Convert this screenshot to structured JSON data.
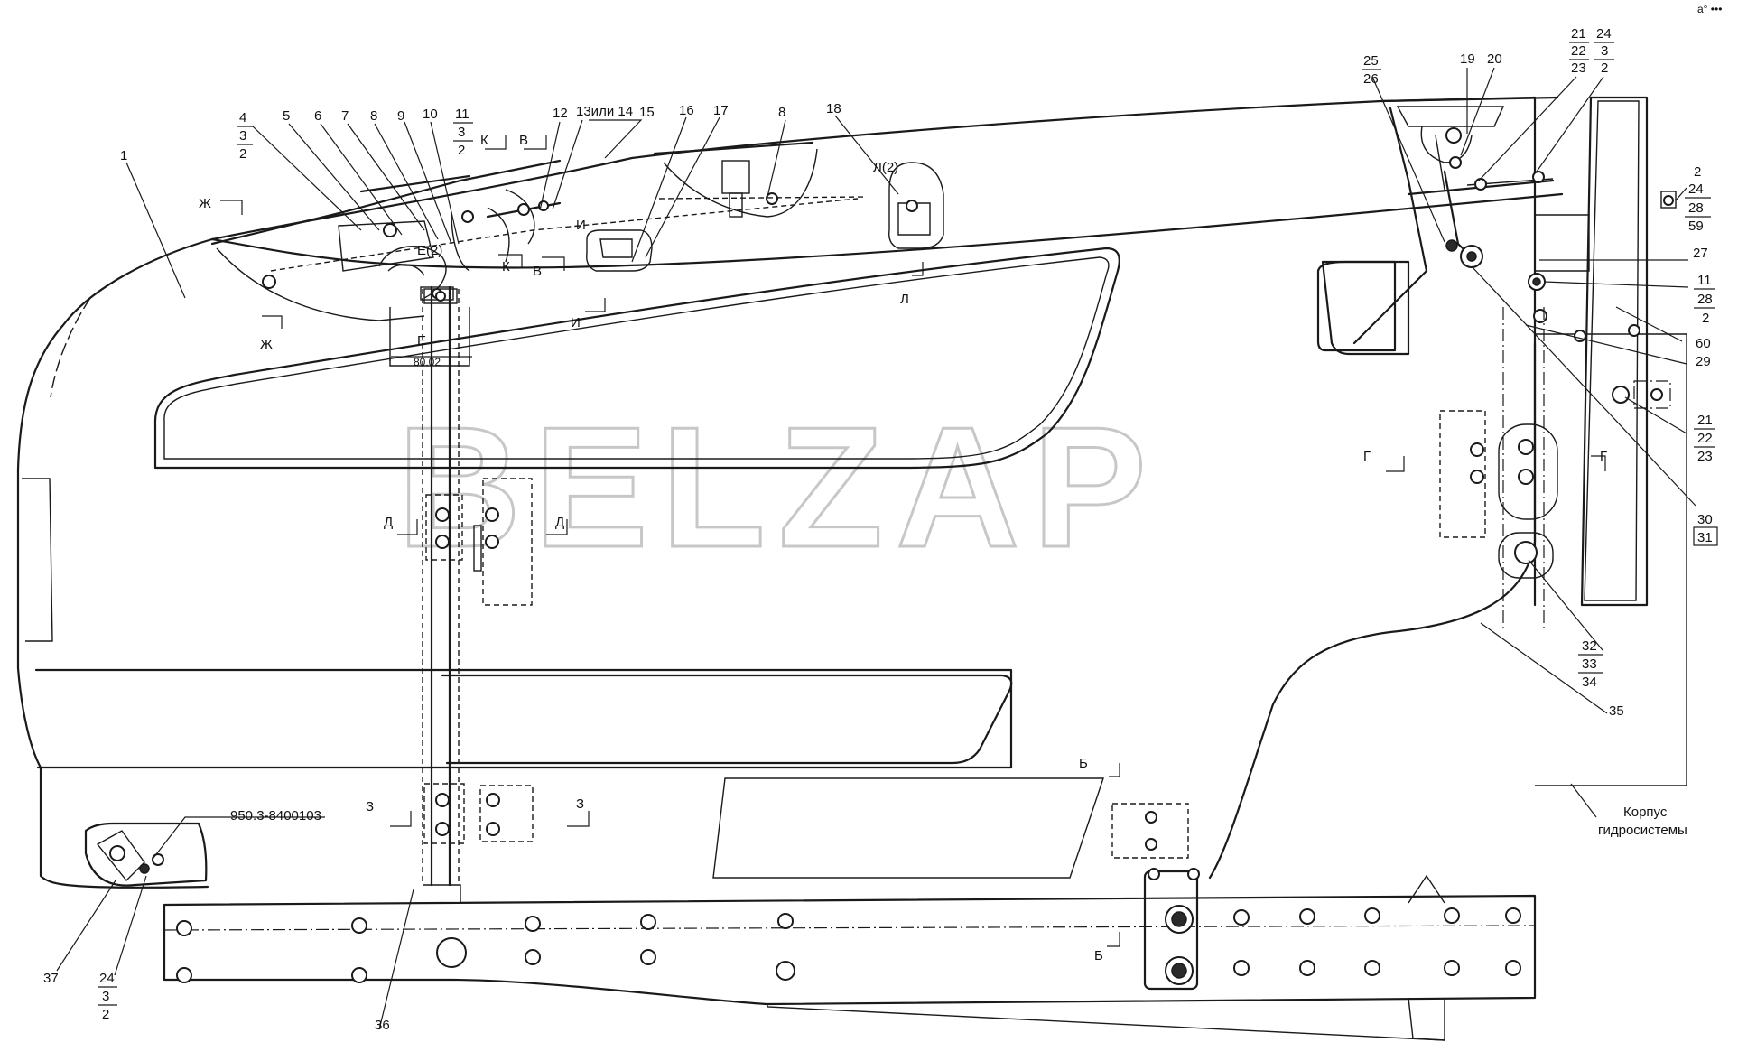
{
  "watermark": "BELZAP",
  "corner_mark": "а° •••",
  "dimension": "80.02",
  "part_number": "950.3-8400103",
  "housing_label": {
    "line1": "Корпус",
    "line2": "гидросистемы"
  },
  "callouts": {
    "c1": "1",
    "c4": [
      "4",
      "3",
      "2"
    ],
    "c5": "5",
    "c6": "6",
    "c7": "7",
    "c8a": "8",
    "c9": "9",
    "c10": "10",
    "c11a": [
      "11",
      "3",
      "2"
    ],
    "c12": "12",
    "c13": "13или 14",
    "c15": "15",
    "c16": "16",
    "c17": "17",
    "c8b": "8",
    "c18": "18",
    "c25": [
      "25",
      "26"
    ],
    "c19": "19",
    "c20": "20",
    "c21a": [
      "21",
      "22",
      "23"
    ],
    "c24a": [
      "24",
      "3",
      "2"
    ],
    "c2": [
      "2",
      "24",
      "28",
      "59"
    ],
    "c27": "27",
    "c11b": [
      "11",
      "28",
      "2"
    ],
    "c60": "60",
    "c29": "29",
    "c21b": [
      "21",
      "22",
      "23"
    ],
    "c30": [
      "30",
      "31"
    ],
    "c32": [
      "32",
      "33",
      "34"
    ],
    "c35": "35",
    "c37": "37",
    "c24b": [
      "24",
      "3",
      "2"
    ],
    "c36": "36"
  },
  "sections": {
    "zh1": "Ж",
    "zh2": "Ж",
    "k1": "К",
    "k2": "К",
    "v1": "В",
    "v2": "В",
    "e2": "Е(2)",
    "e": "Е",
    "i1": "И",
    "i2": "И",
    "l2": "Л(2)",
    "l": "Л",
    "g1": "Г",
    "g2": "Г",
    "d1": "Д",
    "d2": "Д",
    "z1": "З",
    "z2": "З",
    "b1": "Б",
    "b2": "Б"
  }
}
